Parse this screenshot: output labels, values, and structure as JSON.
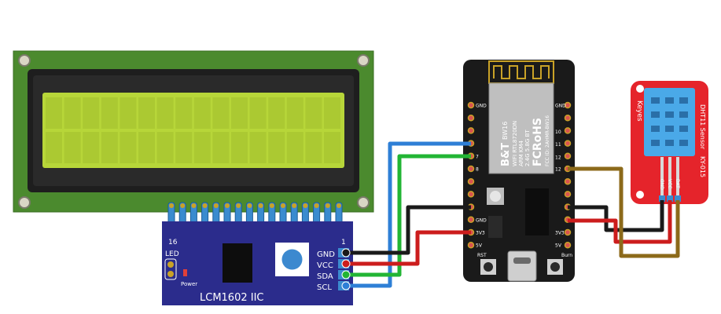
{
  "lcd": {
    "pin_left": "16",
    "pin_right": "1"
  },
  "iic": {
    "title": "LCM1602 IIC",
    "led_label": "LED",
    "power_label": "Power",
    "pins": [
      "GND",
      "VCC",
      "SDA",
      "SCL"
    ]
  },
  "mcu": {
    "brand": "B&T",
    "model": "BW16",
    "line1": "WIFI RTL8720DN",
    "line2": "ARM KM4",
    "line3": "2.4G 5.8G BT",
    "cert": "FCRoHS",
    "fcc": "FCC ID: 2AHMR-BW16",
    "left_pins": [
      "GND",
      "",
      "",
      "",
      "7",
      "8",
      "",
      "",
      "",
      "GND",
      "3V3",
      "5V"
    ],
    "right_pins": [
      "GND",
      "",
      "",
      "",
      "",
      "12",
      "",
      "",
      "",
      "",
      "3V3",
      "5V"
    ],
    "right_numbers": [
      "10",
      "11",
      "12"
    ],
    "rst_label": "RST",
    "burn_label": "Burn"
  },
  "dht": {
    "keyes_label": "Keyes",
    "sensor_label": "DHT11 Sensor",
    "module_label": "KY-015",
    "pins": [
      "GND",
      "VCC",
      "DAT"
    ]
  },
  "colors": {
    "wire_gnd": "#1a1a1a",
    "wire_vcc": "#cc1d1d",
    "wire_sda": "#22b534",
    "wire_scl": "#2e7fd6",
    "wire_dat": "#8c6a1a",
    "lcd_board": "#4b8a2e",
    "lcd_screen": "#b7d639",
    "iic_board": "#2b2c8c",
    "mcu_board": "#1a1a1a",
    "dht_board": "#e5242b",
    "dht_sensor": "#4aa9e8"
  }
}
